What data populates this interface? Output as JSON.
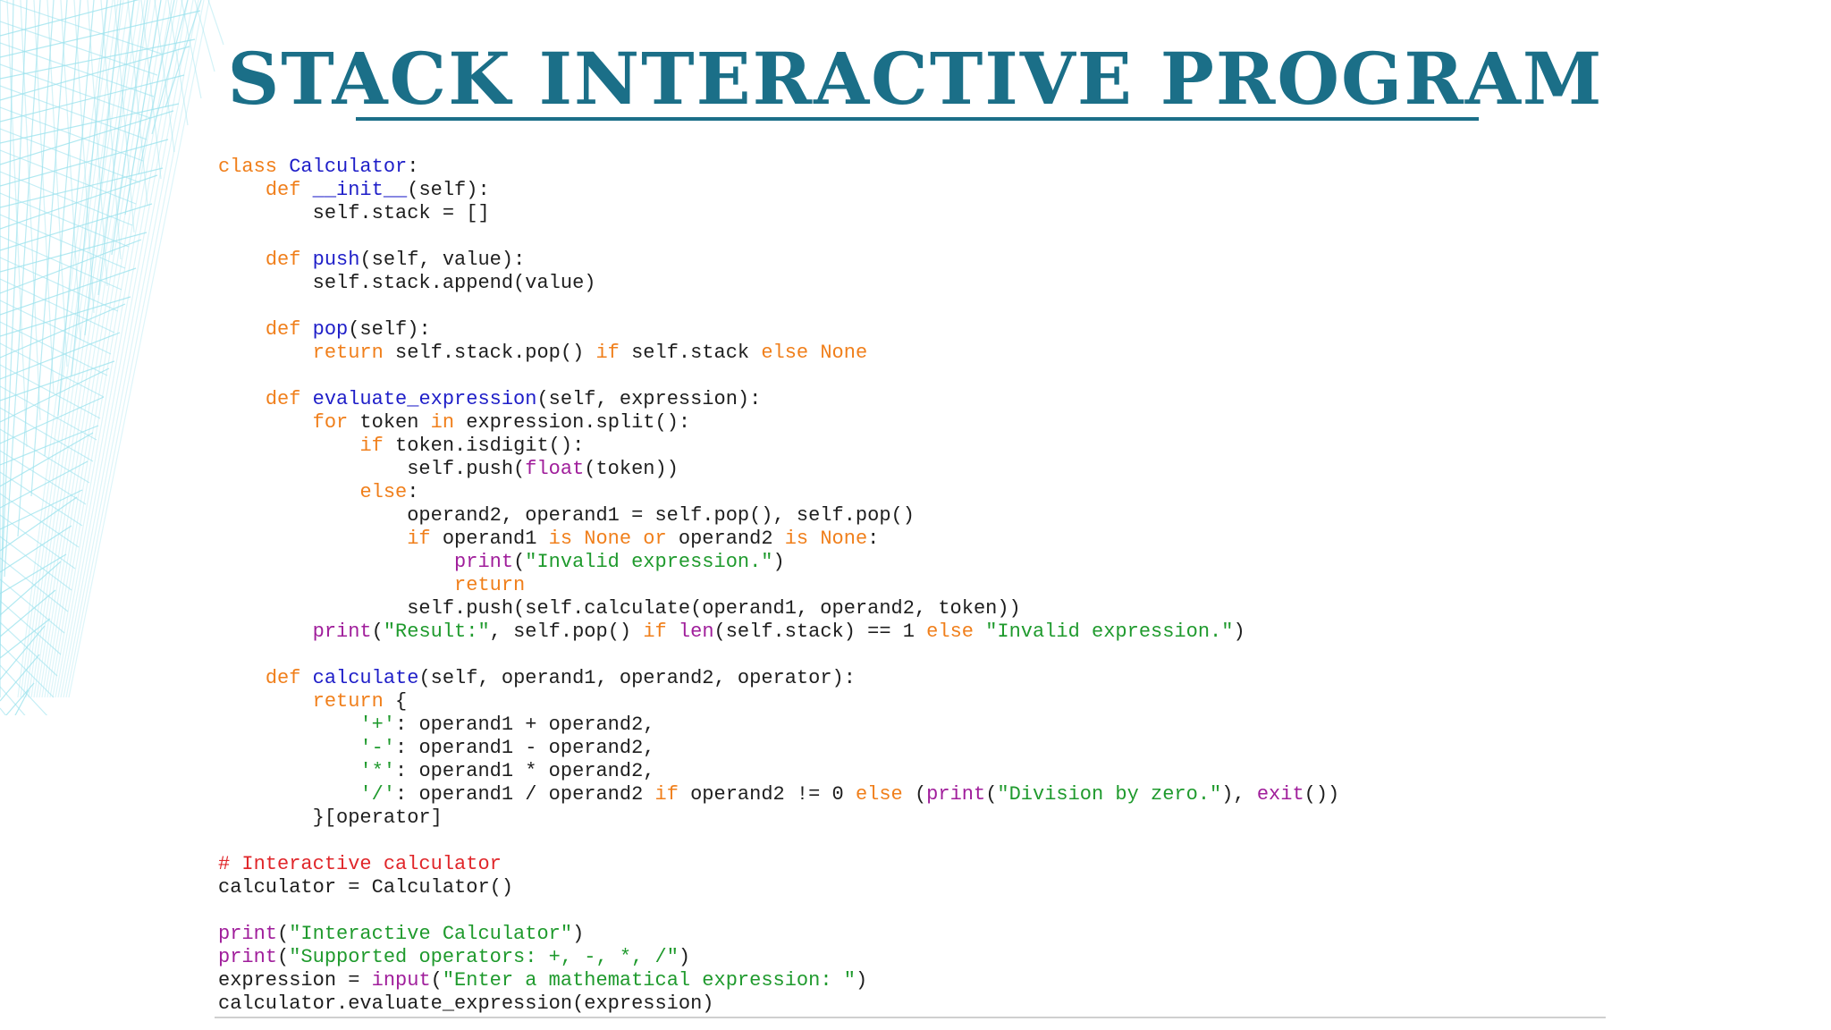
{
  "slide": {
    "title": "STACK INTERACTIVE PROGRAM"
  },
  "colors": {
    "title": "#1b6f88",
    "keyword": "#f07f1b",
    "function_name": "#1e1ec8",
    "string": "#1f9a2d",
    "builtin": "#a01e9b",
    "comment": "#e0262a",
    "plain": "#1e1e1e",
    "wireframe": "#9ee3ee"
  },
  "code": {
    "lines": [
      [
        [
          "kw",
          "class "
        ],
        [
          "fn",
          "Calculator"
        ],
        [
          "",
          ":"
        ]
      ],
      [
        [
          "",
          "    "
        ],
        [
          "kw",
          "def "
        ],
        [
          "fn",
          "__init__"
        ],
        [
          "",
          "(self):"
        ]
      ],
      [
        [
          "",
          "        self.stack = []"
        ]
      ],
      [],
      [
        [
          "",
          "    "
        ],
        [
          "kw",
          "def "
        ],
        [
          "fn",
          "push"
        ],
        [
          "",
          "(self, value):"
        ]
      ],
      [
        [
          "",
          "        self.stack.append(value)"
        ]
      ],
      [],
      [
        [
          "",
          "    "
        ],
        [
          "kw",
          "def "
        ],
        [
          "fn",
          "pop"
        ],
        [
          "",
          "(self):"
        ]
      ],
      [
        [
          "",
          "        "
        ],
        [
          "kw",
          "return"
        ],
        [
          "",
          " self.stack.pop() "
        ],
        [
          "kw",
          "if"
        ],
        [
          "",
          " self.stack "
        ],
        [
          "kw",
          "else"
        ],
        [
          "",
          " "
        ],
        [
          "kw",
          "None"
        ]
      ],
      [],
      [
        [
          "",
          "    "
        ],
        [
          "kw",
          "def "
        ],
        [
          "fn",
          "evaluate_expression"
        ],
        [
          "",
          "(self, expression):"
        ]
      ],
      [
        [
          "",
          "        "
        ],
        [
          "kw",
          "for"
        ],
        [
          "",
          " token "
        ],
        [
          "kw",
          "in"
        ],
        [
          "",
          " expression.split():"
        ]
      ],
      [
        [
          "",
          "            "
        ],
        [
          "kw",
          "if"
        ],
        [
          "",
          " token.isdigit():"
        ]
      ],
      [
        [
          "",
          "                self.push("
        ],
        [
          "bi",
          "float"
        ],
        [
          "",
          "(token))"
        ]
      ],
      [
        [
          "",
          "            "
        ],
        [
          "kw",
          "else"
        ],
        [
          "",
          ":"
        ]
      ],
      [
        [
          "",
          "                operand2, operand1 = self.pop(), self.pop()"
        ]
      ],
      [
        [
          "",
          "                "
        ],
        [
          "kw",
          "if"
        ],
        [
          "",
          " operand1 "
        ],
        [
          "kw",
          "is None or"
        ],
        [
          "",
          " operand2 "
        ],
        [
          "kw",
          "is None"
        ],
        [
          "",
          ":"
        ]
      ],
      [
        [
          "",
          "                    "
        ],
        [
          "bi",
          "print"
        ],
        [
          "",
          "("
        ],
        [
          "st",
          "\"Invalid expression.\""
        ],
        [
          "",
          ")"
        ]
      ],
      [
        [
          "",
          "                    "
        ],
        [
          "kw",
          "return"
        ]
      ],
      [
        [
          "",
          "                self.push(self.calculate(operand1, operand2, token))"
        ]
      ],
      [
        [
          "",
          "        "
        ],
        [
          "bi",
          "print"
        ],
        [
          "",
          "("
        ],
        [
          "st",
          "\"Result:\""
        ],
        [
          "",
          ", self.pop() "
        ],
        [
          "kw",
          "if"
        ],
        [
          "",
          " "
        ],
        [
          "bi",
          "len"
        ],
        [
          "",
          "(self.stack) == 1 "
        ],
        [
          "kw",
          "else"
        ],
        [
          "",
          " "
        ],
        [
          "st",
          "\"Invalid expression.\""
        ],
        [
          "",
          ")"
        ]
      ],
      [],
      [
        [
          "",
          "    "
        ],
        [
          "kw",
          "def "
        ],
        [
          "fn",
          "calculate"
        ],
        [
          "",
          "(self, operand1, operand2, operator):"
        ]
      ],
      [
        [
          "",
          "        "
        ],
        [
          "kw",
          "return"
        ],
        [
          "",
          " {"
        ]
      ],
      [
        [
          "",
          "            "
        ],
        [
          "st",
          "'+'"
        ],
        [
          "",
          ": operand1 + operand2,"
        ]
      ],
      [
        [
          "",
          "            "
        ],
        [
          "st",
          "'-'"
        ],
        [
          "",
          ": operand1 - operand2,"
        ]
      ],
      [
        [
          "",
          "            "
        ],
        [
          "st",
          "'*'"
        ],
        [
          "",
          ": operand1 * operand2,"
        ]
      ],
      [
        [
          "",
          "            "
        ],
        [
          "st",
          "'/'"
        ],
        [
          "",
          ": operand1 / operand2 "
        ],
        [
          "kw",
          "if"
        ],
        [
          "",
          " operand2 != 0 "
        ],
        [
          "kw",
          "else"
        ],
        [
          "",
          " ("
        ],
        [
          "bi",
          "print"
        ],
        [
          "",
          "("
        ],
        [
          "st",
          "\"Division by zero.\""
        ],
        [
          "",
          "), "
        ],
        [
          "bi",
          "exit"
        ],
        [
          "",
          "())"
        ]
      ],
      [
        [
          "",
          "        }[operator]"
        ]
      ],
      [],
      [
        [
          "cm",
          "# Interactive calculator"
        ]
      ],
      [
        [
          "",
          "calculator = Calculator()"
        ]
      ],
      [],
      [
        [
          "bi",
          "print"
        ],
        [
          "",
          "("
        ],
        [
          "st",
          "\"Interactive Calculator\""
        ],
        [
          "",
          ")"
        ]
      ],
      [
        [
          "bi",
          "print"
        ],
        [
          "",
          "("
        ],
        [
          "st",
          "\"Supported operators: +, -, *, /\""
        ],
        [
          "",
          ")"
        ]
      ],
      [
        [
          "",
          "expression = "
        ],
        [
          "bi",
          "input"
        ],
        [
          "",
          "("
        ],
        [
          "st",
          "\"Enter a mathematical expression: \""
        ],
        [
          "",
          ")"
        ]
      ],
      [
        [
          "",
          "calculator.evaluate_expression(expression)"
        ]
      ]
    ]
  }
}
